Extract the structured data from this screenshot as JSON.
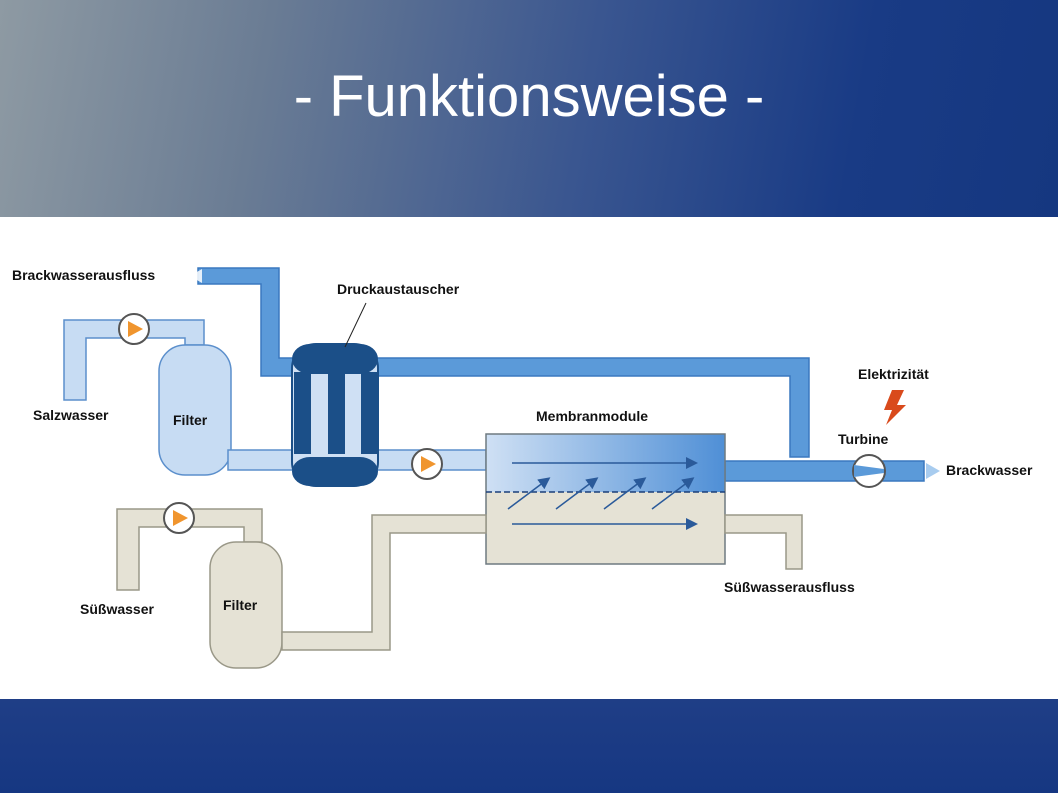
{
  "slide": {
    "title": "- Funktionsweise -"
  },
  "diagram": {
    "labels": {
      "brackwasserausfluss": "Brackwasserausfluss",
      "druckaustauscher": "Druckaustauscher",
      "salzwasser": "Salzwasser",
      "filter_salt": "Filter",
      "membranmodule": "Membranmodule",
      "elektrizitaet": "Elektrizität",
      "turbine": "Turbine",
      "brackwasser": "Brackwasser",
      "filter_fresh": "Filter",
      "suesswasser": "Süßwasser",
      "suesswasserausfluss": "Süßwasserausfluss"
    },
    "colors": {
      "salt_pipe": "#c7dcf3",
      "salt_pipe_stroke": "#5b8fcc",
      "brack_pipe": "#5b9ad9",
      "brack_pipe_stroke": "#3a78bf",
      "fresh_pipe": "#e5e2d5",
      "fresh_pipe_stroke": "#9a9888",
      "exchanger": "#1b4f88",
      "pump": "#f0952e",
      "bolt": "#d94a1c"
    }
  }
}
